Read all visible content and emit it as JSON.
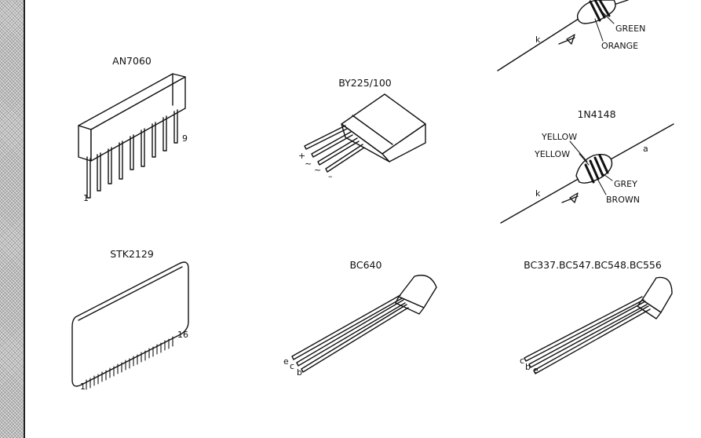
{
  "components": {
    "an7060": {
      "name": "AN7060",
      "pin_first": "1",
      "pin_last": "9"
    },
    "by225": {
      "name": "BY225/100",
      "pins": [
        "+",
        "~",
        "~",
        "–"
      ]
    },
    "stk2129": {
      "name": "STK2129",
      "pin_first": "1",
      "pin_last": "16"
    },
    "bc640": {
      "name": "BC640",
      "pins": [
        "e",
        "c",
        "b"
      ]
    },
    "bc337": {
      "name": "BC337.BC547.BC548.BC556",
      "pins": [
        "c",
        "b",
        "e"
      ]
    },
    "diode_top": {
      "anode": "",
      "cathode": "k",
      "bands": [
        "GREEN",
        "ORANGE"
      ]
    },
    "n4148": {
      "name": "1N4148",
      "anode": "a",
      "cathode": "k",
      "bands": [
        "YELLOW",
        "YELLOW",
        "GREY",
        "BROWN"
      ]
    }
  }
}
